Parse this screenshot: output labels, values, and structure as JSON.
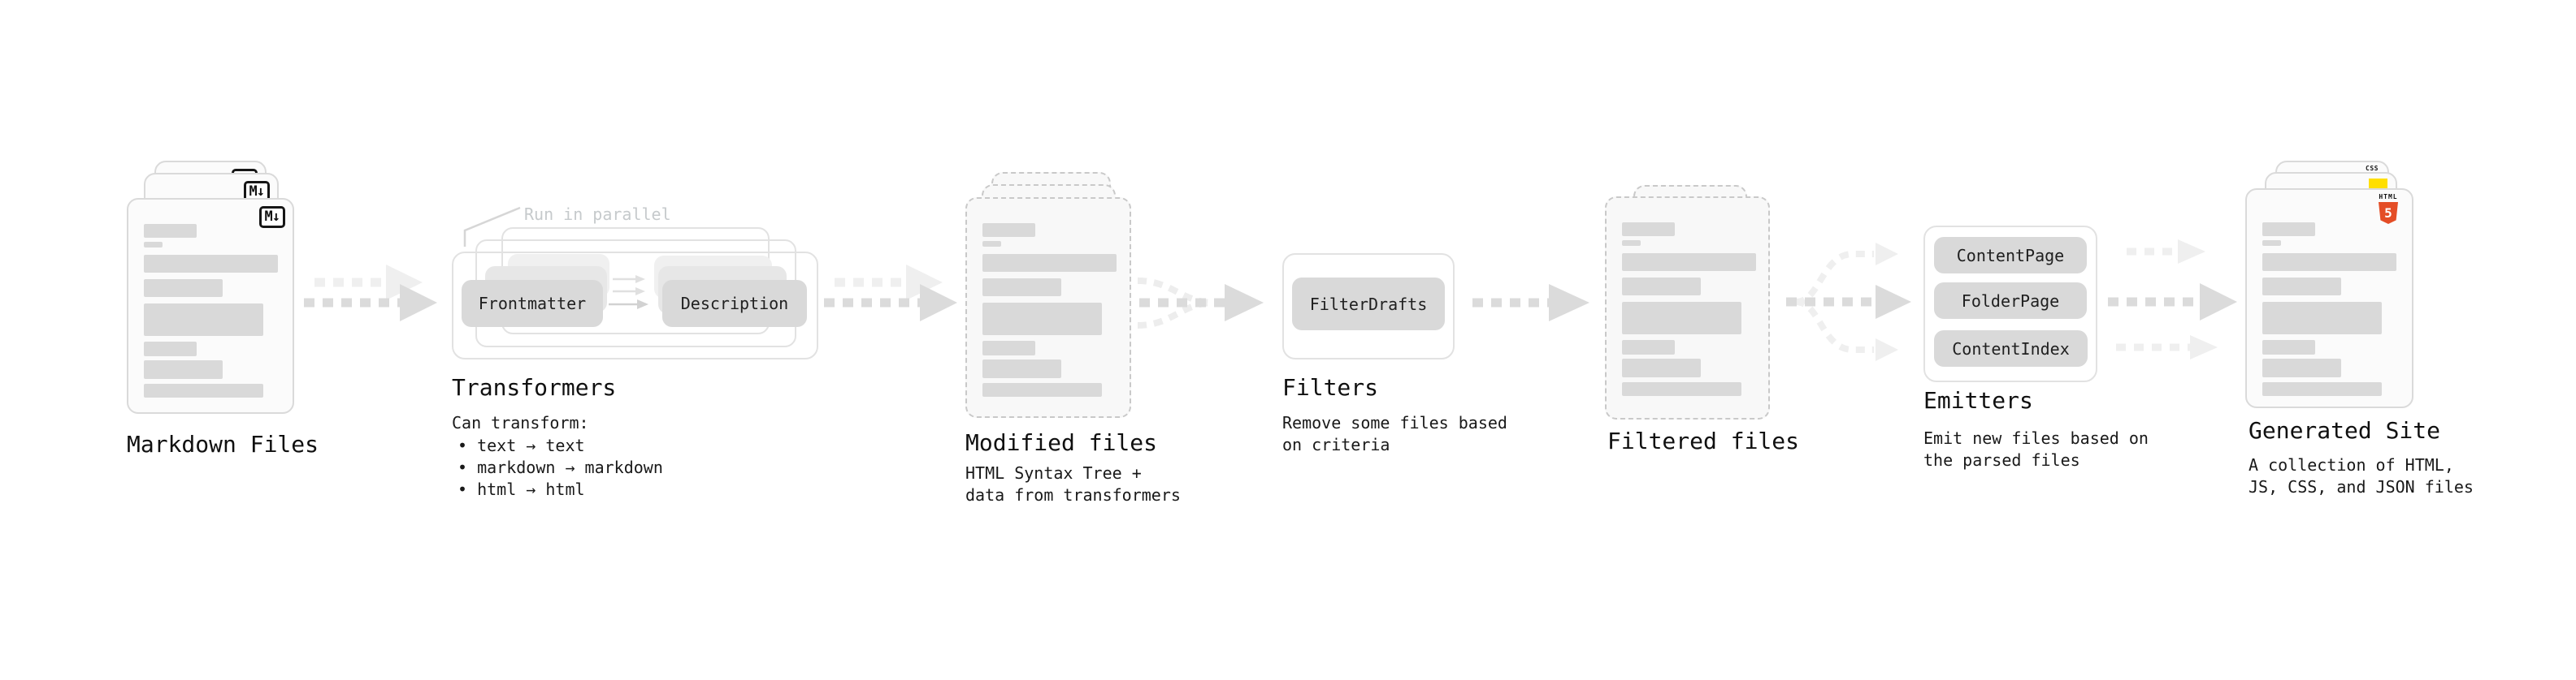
{
  "sections": {
    "markdown_files": {
      "label": "Markdown Files",
      "file_badge": "M↓"
    },
    "transformers": {
      "heading": "Transformers",
      "parallel_note": "Run in parallel",
      "pill_left": "Frontmatter",
      "pill_right": "Description",
      "desc_title": "Can transform:",
      "bullets": [
        "• text → text",
        "• markdown → markdown",
        "• html → html"
      ]
    },
    "modified_files": {
      "heading": "Modified files",
      "desc": [
        "HTML Syntax Tree +",
        "data from transformers"
      ]
    },
    "filters": {
      "heading": "Filters",
      "pill": "FilterDrafts",
      "desc": [
        "Remove some files based",
        "on criteria"
      ]
    },
    "filtered_files": {
      "heading": "Filtered files"
    },
    "emitters": {
      "heading": "Emitters",
      "pills": [
        "ContentPage",
        "FolderPage",
        "ContentIndex"
      ],
      "desc": [
        "Emit new files based on",
        "the parsed files"
      ]
    },
    "generated_site": {
      "heading": "Generated Site",
      "desc": [
        "A collection of HTML,",
        "JS, CSS, and JSON files"
      ],
      "css_badge": "CSS",
      "html_badge_label": "HTML",
      "html_badge_number": "5"
    }
  },
  "colors": {
    "html5_orange": "#e44d26",
    "js_yellow": "#ffdf00",
    "css_blue": "#2d63ed",
    "arrow_dark": "#dbdbdb",
    "arrow_light": "#efefef"
  }
}
